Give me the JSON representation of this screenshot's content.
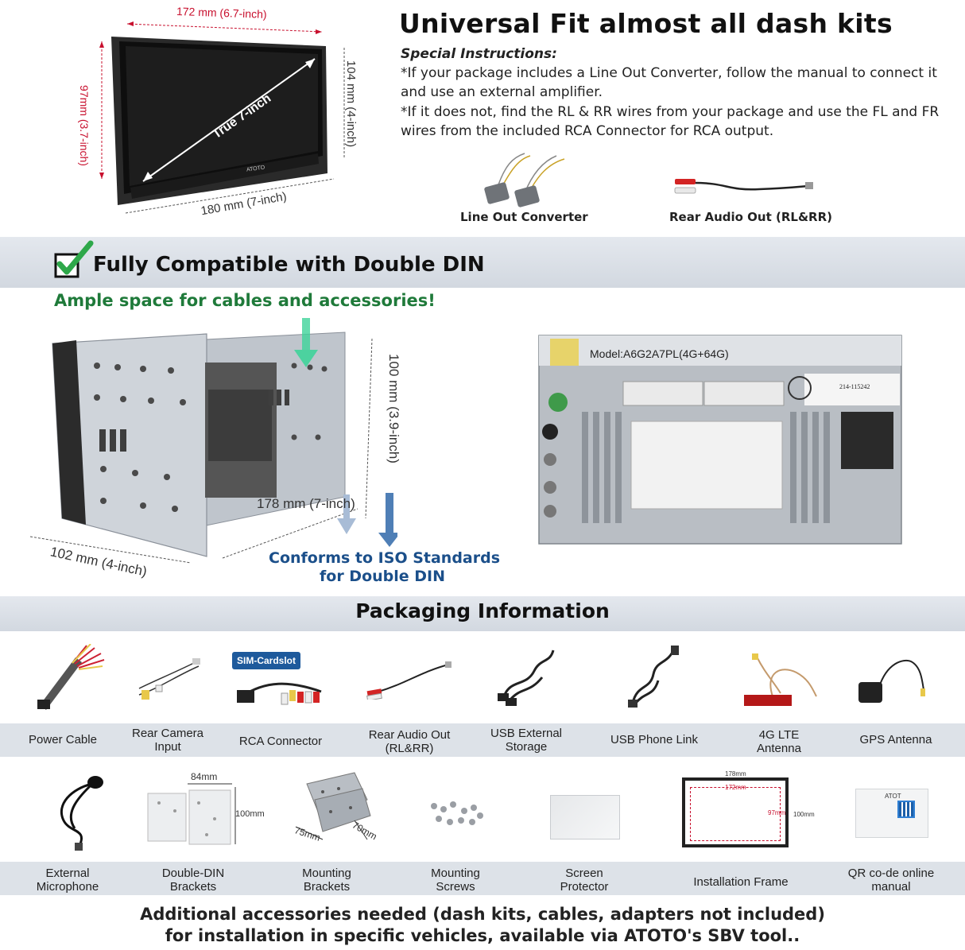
{
  "header": {
    "title": "Universal Fit almost all dash kits",
    "instructions_heading": "Special Instructions:",
    "instructions_lines": [
      "*If your package includes a Line Out Converter, follow the manual to connect it",
      "and use an external amplifier.",
      "*If it does not, find the RL & RR wires from your package and use the FL and FR",
      "wires from the included RCA Connector for RCA output."
    ],
    "accessories": [
      {
        "label": "Line Out Converter",
        "icon": "line-out-converter-icon"
      },
      {
        "label": "Rear Audio Out (RL&RR)",
        "icon": "rear-audio-cable-icon"
      }
    ]
  },
  "screen_dims": {
    "width_top": "172 mm (6.7-inch)",
    "height_left": "97mm (3.7-inch)",
    "diagonal": "True 7-inch",
    "height_right": "104 mm (4-inch)",
    "width_bottom": "180 mm (7-inch)",
    "brand": "ATOTO"
  },
  "compat": {
    "title": "Fully Compatible with Double DIN",
    "subtitle": "Ample space for cables and accessories!",
    "dim_height": "100 mm (3.9-inch)",
    "dim_depth": "178 mm (7-inch)",
    "dim_width": "102 mm (4-inch)",
    "iso_line1": "Conforms to ISO Standards",
    "iso_line2": "for Double DIN",
    "rear_model": "Model:A6G2A7PL(4G+64G)",
    "rear_code": "214-115242"
  },
  "packaging": {
    "title": "Packaging Information",
    "sim_badge": "SIM-Cardslot",
    "row1": [
      {
        "label": "Power Cable",
        "icon": "power-cable-icon"
      },
      {
        "label": "Rear Camera\nInput",
        "icon": "rear-camera-cable-icon"
      },
      {
        "label": "RCA Connector",
        "icon": "rca-connector-icon"
      },
      {
        "label": "Rear Audio Out\n(RL&RR)",
        "icon": "rear-audio-out-icon"
      },
      {
        "label": "USB External\nStorage",
        "icon": "usb-storage-cable-icon"
      },
      {
        "label": "USB Phone Link",
        "icon": "usb-phone-link-icon"
      },
      {
        "label": "4G LTE\nAntenna",
        "icon": "lte-antenna-icon"
      },
      {
        "label": "GPS Antenna",
        "icon": "gps-antenna-icon"
      }
    ],
    "row2": [
      {
        "label": "External\nMicrophone",
        "icon": "microphone-icon"
      },
      {
        "label": "Double-DIN\nBrackets",
        "icon": "double-din-brackets-icon"
      },
      {
        "label": "Mounting\nBrackets",
        "icon": "mounting-brackets-icon"
      },
      {
        "label": "Mounting\nScrews",
        "icon": "mounting-screws-icon"
      },
      {
        "label": "Screen\nProtector",
        "icon": "screen-protector-icon"
      },
      {
        "label": "Installation Frame",
        "icon": "installation-frame-icon"
      },
      {
        "label": "QR co-de online\nmanual",
        "icon": "qr-manual-icon"
      }
    ],
    "bracket_dims": {
      "w": "84mm",
      "h": "100mm"
    },
    "mount_dims": {
      "a": "75mm",
      "b": "70mm"
    },
    "frame_dims": {
      "outer_w": "178mm",
      "inner_w": "172mm",
      "inner_h": "97mm",
      "outer_h": "100mm"
    },
    "manual_brand": "ATOT"
  },
  "footer": {
    "line1": "Additional accessories needed (dash kits, cables, adapters not included)",
    "line2": "for installation in specific vehicles, available via ATOTO's SBV tool.."
  }
}
